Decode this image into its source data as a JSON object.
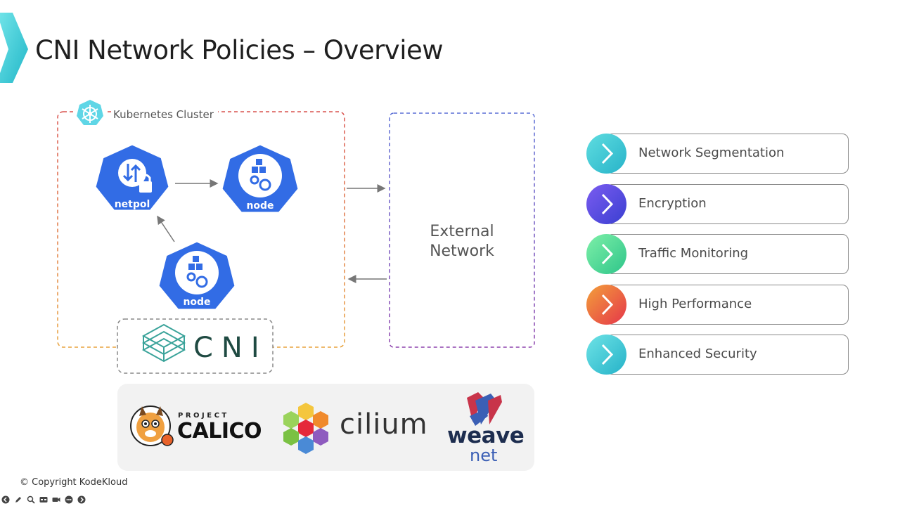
{
  "slide": {
    "title": "CNI Network Policies – Overview",
    "copyright": "© Copyright KodeKloud"
  },
  "diagram": {
    "cluster_label": "Kubernetes Cluster",
    "netpol_label": "netpol",
    "node_label_top": "node",
    "node_label_bottom": "node",
    "external_line1": "External",
    "external_line2": "Network",
    "cni_text": "CNI",
    "colors": {
      "k8s_blue": "#326ce5",
      "cluster_border_top": "#d9534f",
      "cluster_border_bottom": "#e8a33d",
      "external_border_top": "#5b6fd6",
      "external_border_bottom": "#8e44ad",
      "cni_green": "#3aa39a"
    }
  },
  "vendors": {
    "calico_project": "PROJECT",
    "calico_name": "CALICO",
    "cilium_name": "cilium",
    "weave_name": "weave",
    "weave_net": "net"
  },
  "features": [
    {
      "label": "Network Segmentation",
      "color_from": "#5fdde0",
      "color_to": "#27b3c9"
    },
    {
      "label": "Encryption",
      "color_from": "#7b5cf0",
      "color_to": "#3a3fd1"
    },
    {
      "label": "Traffic Monitoring",
      "color_from": "#7ef0a8",
      "color_to": "#2ec58a"
    },
    {
      "label": "High Performance",
      "color_from": "#f3a03a",
      "color_to": "#e5364a"
    },
    {
      "label": "Enhanced Security",
      "color_from": "#6ee3e6",
      "color_to": "#25b2c8"
    }
  ],
  "toolbar": {
    "icons": [
      "prev-icon",
      "pen-icon",
      "zoom-icon",
      "captions-icon",
      "camera-icon",
      "more-icon",
      "next-icon"
    ]
  }
}
